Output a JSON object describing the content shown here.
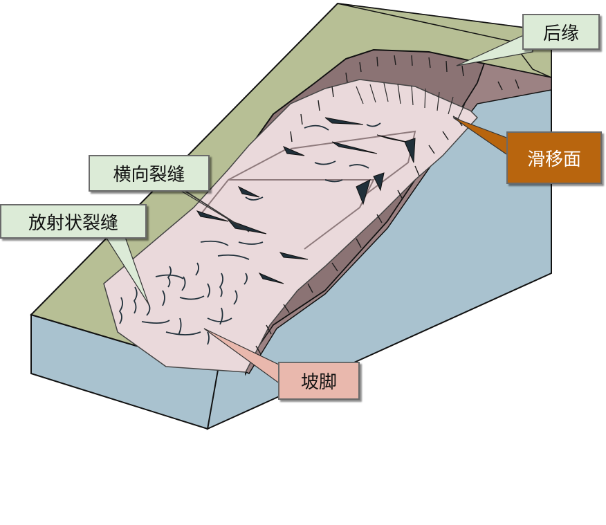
{
  "colors": {
    "ground_top": "#b7bf95",
    "ground_side": "#a9c2cf",
    "scarp": "#8b7374",
    "slide_mass": "#ead9db",
    "crack": "#20303a",
    "label_green": "#dcebd7",
    "label_orange": "#b8650e",
    "label_pink": "#e9b8ad"
  },
  "labels": {
    "crown": "后缘",
    "sliding_surface": "滑移面",
    "transverse_cracks": "横向裂缝",
    "radial_cracks": "放射状裂缝",
    "toe": "坡脚"
  }
}
